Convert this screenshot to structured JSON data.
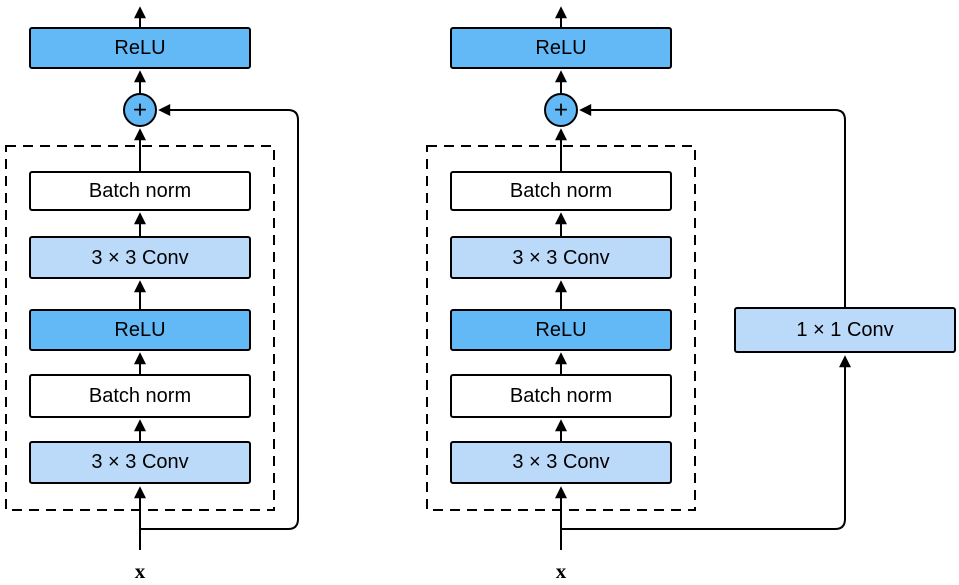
{
  "colors": {
    "strong": "#63b8f6",
    "light": "#bbdaf9",
    "white": "#ffffff",
    "stroke": "#000000"
  },
  "left": {
    "top_block": {
      "label": "ReLU"
    },
    "plus_label": "+",
    "stack": [
      {
        "label": "Batch norm"
      },
      {
        "label": "3 × 3 Conv"
      },
      {
        "label": "ReLU"
      },
      {
        "label": "Batch norm"
      },
      {
        "label": "3 × 3 Conv"
      }
    ],
    "input_label": "x"
  },
  "right": {
    "top_block": {
      "label": "ReLU"
    },
    "plus_label": "+",
    "stack": [
      {
        "label": "Batch norm"
      },
      {
        "label": "3 × 3 Conv"
      },
      {
        "label": "ReLU"
      },
      {
        "label": "Batch norm"
      },
      {
        "label": "3 × 3 Conv"
      }
    ],
    "skip_block": {
      "label": "1 × 1 Conv"
    },
    "input_label": "x"
  }
}
